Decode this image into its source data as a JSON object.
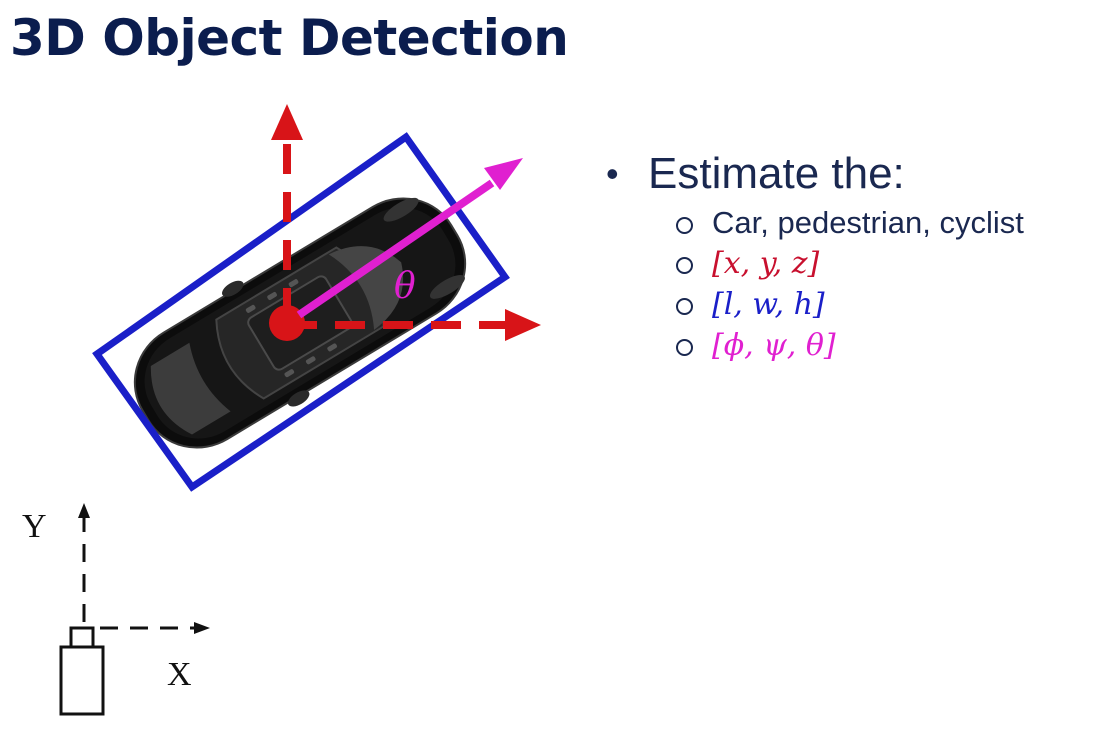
{
  "slide": {
    "title": "3D Object Detection"
  },
  "diagram": {
    "theta_label": "θ",
    "axis_x_label": "X",
    "axis_y_label": "Y"
  },
  "bullets": {
    "main": "Estimate the:",
    "items": [
      {
        "text": "Car, pedestrian, cyclist",
        "color": "#1a2850"
      },
      {
        "text": "[x, y, z]",
        "color": "#c8102e"
      },
      {
        "text": "[l, w, h]",
        "color": "#1a1fc8"
      },
      {
        "text": "[ϕ, ψ, θ]",
        "color": "#e020d0"
      }
    ]
  },
  "colors": {
    "title": "#0b1d4e",
    "bbox": "#1a1fc8",
    "position_axes": "#d81418",
    "heading_arrow": "#e020d0"
  }
}
